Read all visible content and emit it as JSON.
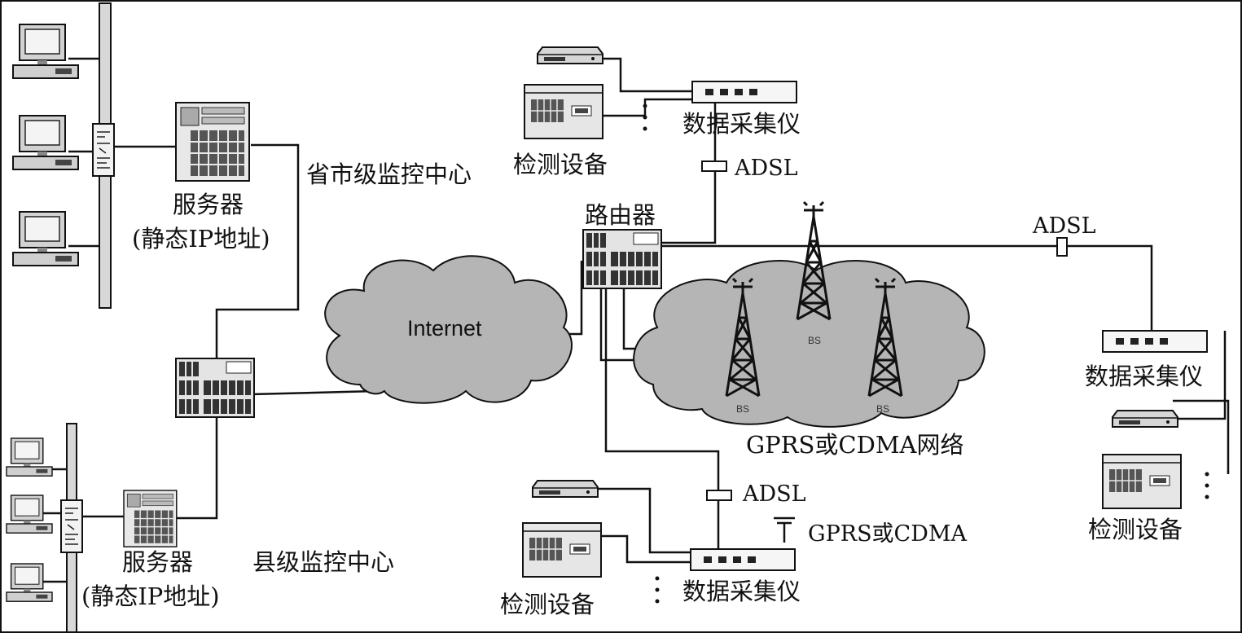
{
  "labels": {
    "server_top": "服务器",
    "server_top_ip": "(静态IP地址)",
    "center_provincial": "省市级监控中心",
    "server_bottom": "服务器",
    "server_bottom_ip": "(静态IP地址)",
    "center_county": "县级监控中心",
    "internet": "Internet",
    "router": "路由器",
    "gprs_network": "GPRS或CDMA网络",
    "bs": "BS",
    "top_collector": "数据采集仪",
    "top_device": "检测设备",
    "top_adsl": "ADSL",
    "right_adsl": "ADSL",
    "right_collector": "数据采集仪",
    "right_device": "检测设备",
    "bottom_adsl": "ADSL",
    "bottom_gprs": "GPRS或CDMA",
    "bottom_collector": "数据采集仪",
    "bottom_device": "检测设备"
  },
  "icons": {
    "computer": "computer-icon",
    "server": "server-icon",
    "router": "router-icon",
    "switch": "switch-icon",
    "modem": "modem-icon",
    "tower": "tower-icon",
    "antenna": "antenna-icon",
    "collector": "data-collector-icon",
    "device": "monitoring-device-icon"
  },
  "colors": {
    "cloud": "#b5b5b5",
    "line": "#111111",
    "device_fill": "#e4e4e4"
  }
}
